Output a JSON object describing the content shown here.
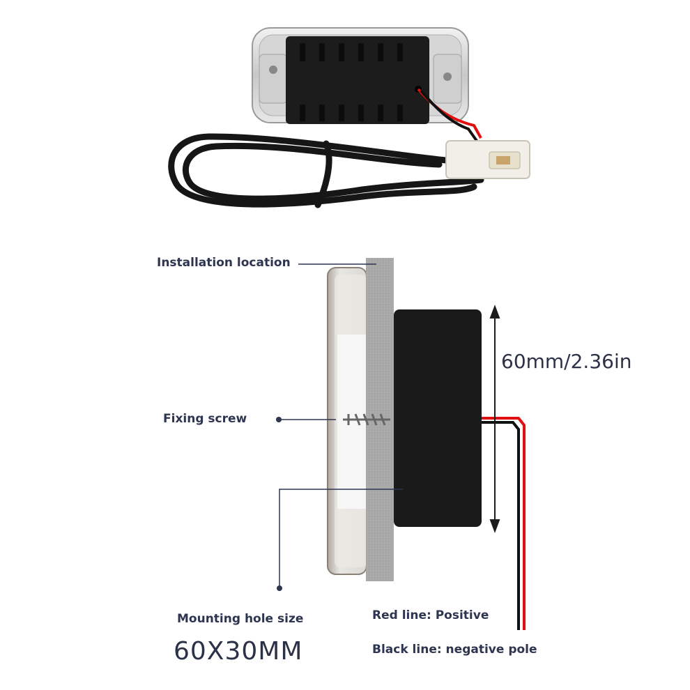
{
  "labels": {
    "installation_location": "Installation location",
    "fixing_screw": "Fixing screw",
    "mounting_hole_size": "Mounting hole size",
    "mounting_hole_value": "60X30MM",
    "red_line": "Red line: Positive",
    "black_line": "Black line: negative pole",
    "height_dimension": "60mm/2.36in"
  },
  "colors": {
    "label_text": "#2d3550",
    "wall": "#a8a8a8",
    "light_body": "#1a1a1a",
    "red_wire": "#e01010",
    "black_wire": "#111111"
  }
}
